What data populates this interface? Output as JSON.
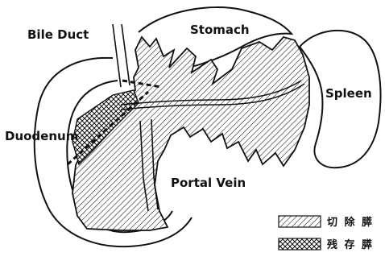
{
  "labels": {
    "bile_duct": "Bile Duct",
    "stomach": "Stomach",
    "spleen": "Spleen",
    "duodenum": "Duodenum",
    "portal_vein": "Portal Vein"
  },
  "legend": [
    {
      "pattern": "hatch",
      "text": "切 除 膵"
    },
    {
      "pattern": "crosshatch",
      "text": "残 存 膵"
    }
  ],
  "colors": {
    "ink": "#111111",
    "paper": "#ffffff"
  }
}
